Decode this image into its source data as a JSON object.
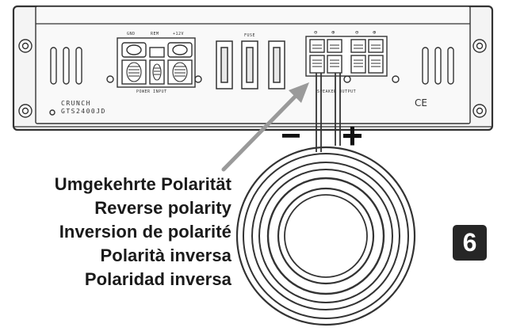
{
  "figure": {
    "number": "6",
    "polarity": {
      "minus": "−",
      "plus": "+"
    },
    "caption_lines": [
      "Umgekehrte Polarität",
      "Reverse polarity",
      "Inversion de polarité",
      "Polarità inversa",
      "Polaridad inversa"
    ]
  },
  "amplifier": {
    "brand": "CRUNCH",
    "model": "GTS2400JD",
    "ce_mark": "CE",
    "panel_labels": {
      "gnd": "GND",
      "rem": "REM",
      "plus12v": "+12V",
      "power_input": "POWER INPUT",
      "fuse": "FUSE",
      "speaker_output": "SPEAKER OUTPUT",
      "out_signs": [
        "⊖",
        "⊕",
        "⊖",
        "⊕"
      ]
    }
  },
  "colors": {
    "outline": "#333333",
    "body_fill": "#f4f4f4",
    "panel_fill": "#ffffff",
    "arrow": "#9a9a9a",
    "badge_bg": "#262626",
    "badge_text": "#ffffff"
  }
}
